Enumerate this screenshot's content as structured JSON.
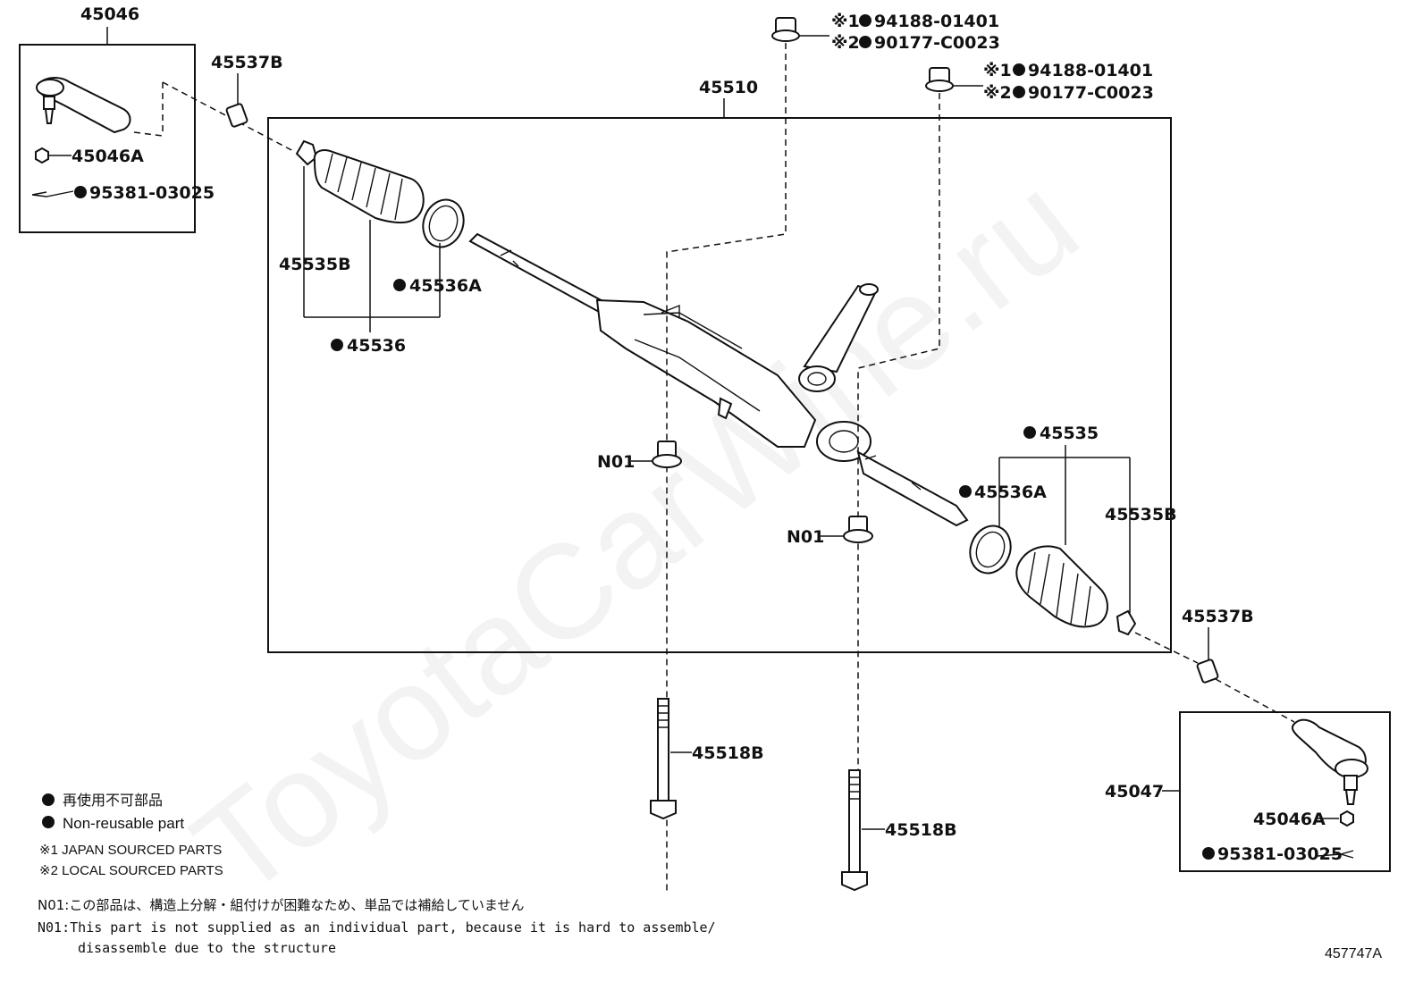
{
  "watermark": "ToyotaCarWine.ru",
  "diagram_code": "457747A",
  "parts": {
    "tie_rod_end_left": "45046",
    "tie_rod_end_right": "45047",
    "rack_assembly": "45510",
    "clip_left": "45537B",
    "clip_right": "45537B",
    "nut_left": "45046A",
    "nut_right": "45046A",
    "cotter_pin_left": "95381-03025",
    "cotter_pin_right": "95381-03025",
    "boot_clamp_left": "45535B",
    "boot_clamp_right": "45535B",
    "clamp_band_left": "45536A",
    "clamp_band_right": "45536A",
    "boot_set_left": "45536",
    "boot_set_right": "45535",
    "bushing_left": "N01",
    "bushing_right": "N01",
    "bolt_left": "45518B",
    "bolt_right": "45518B",
    "nut1_japan_mark": "※1",
    "nut1_japan": "94188-01401",
    "nut1_local_mark": "※2",
    "nut1_local": "90177-C0023",
    "nut2_japan_mark": "※1",
    "nut2_japan": "94188-01401",
    "nut2_local_mark": "※2",
    "nut2_local": "90177-C0023"
  },
  "legend": {
    "non_reusable_ja": "再使用不可部品",
    "non_reusable_en": "Non-reusable part",
    "japan_sourced": "※1 JAPAN SOURCED PARTS",
    "local_sourced": "※2 LOCAL SOURCED PARTS"
  },
  "notes": {
    "n01_ja": "N01:この部品は、構造上分解・組付けが困難なため、単品では補給していません",
    "n01_en_line1": "N01:This part is not supplied as an individual part, because it is hard to assemble/",
    "n01_en_line2": "disassemble due to the structure"
  }
}
